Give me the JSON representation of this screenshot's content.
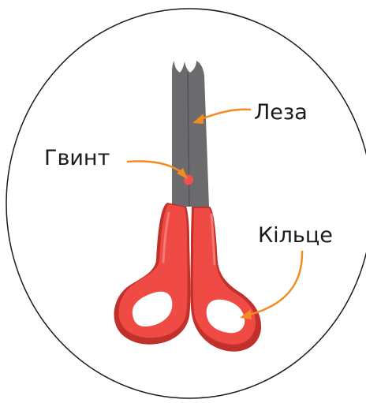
{
  "diagram": {
    "subject": "scissors-icon",
    "labels": {
      "blades": "Леза",
      "screw": "Гвинт",
      "ring": "Кільце"
    },
    "colors": {
      "outline": "#1a1a1a",
      "blade": "#6b6b6d",
      "handle": "#ef4a43",
      "handle_dark": "#c2302b",
      "handle_light": "#f47a73",
      "screw": "#f0524a",
      "arrow": "#f28c22"
    }
  }
}
